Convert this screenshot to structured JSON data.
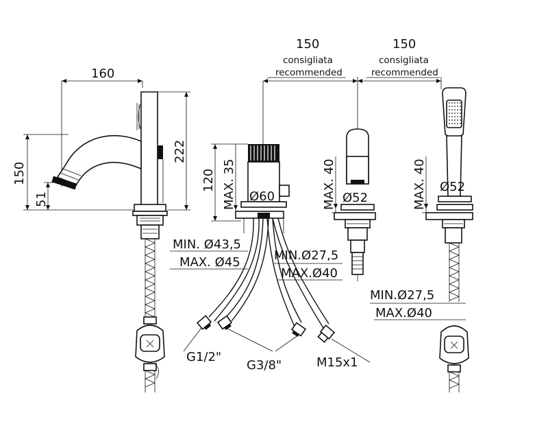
{
  "labels": {
    "spout_width": "160",
    "spout_height": "150",
    "outlet_height": "51",
    "spout_total_height": "222",
    "body_height": "120",
    "max_deck": "MAX. 35",
    "body_diameter": "Ø60",
    "hose_hole_min": "MIN. Ø43,5",
    "hose_hole_max": "MAX. Ø45",
    "valve_hole_min": "MIN.Ø27,5",
    "valve_hole_max": "MAX.Ø40",
    "spacing_1": "150",
    "spacing_2": "150",
    "consigliata_1": "consigliata",
    "recommended_1": "recommended",
    "consigliata_2": "consigliata",
    "recommended_2": "recommended",
    "diverter_max": "MAX. 40",
    "diverter_diameter": "Ø52",
    "shower_max": "MAX. 40",
    "shower_diameter": "Ø52",
    "shower_hole_min": "MIN.Ø27,5",
    "shower_hole_max": "MAX.Ø40",
    "thread_g12": "G1/2\"",
    "thread_g38": "G3/8\"",
    "thread_m15": "M15x1"
  }
}
